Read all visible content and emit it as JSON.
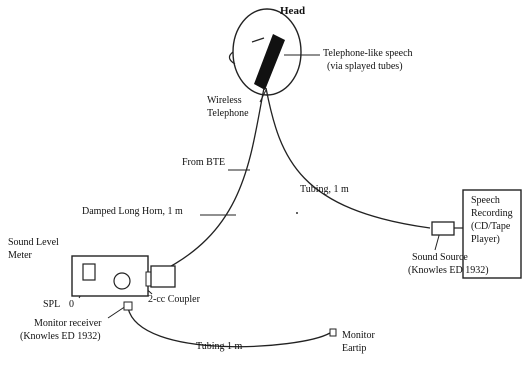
{
  "labels": {
    "head": "Head",
    "telephone_speech_line1": "Telephone-like speech",
    "telephone_speech_line2": "(via splayed tubes)",
    "wireless_line1": "Wireless",
    "wireless_line2": "Telephone",
    "from_bte": "From BTE",
    "tubing_upper": "Tubing, 1 m",
    "damped_horn": "Damped Long Horn, 1 m",
    "slm_line1": "Sound Level",
    "slm_line2": "Meter",
    "speech_rec_line1": "Speech",
    "speech_rec_line2": "Recording",
    "speech_rec_line3": "(CD/Tape",
    "speech_rec_line4": "Player)",
    "sound_source_line1": "Sound Source",
    "sound_source_line2": "(Knowles ED 1932)",
    "spl": "SPL",
    "spl_value": "0",
    "coupler": "2-cc Coupler",
    "monitor_receiver_line1": "Monitor receiver",
    "monitor_receiver_line2": "(Knowles ED 1932)",
    "tubing_lower": "Tubing 1 m",
    "monitor_eartip_line1": "Monitor",
    "monitor_eartip_line2": "Eartip"
  }
}
